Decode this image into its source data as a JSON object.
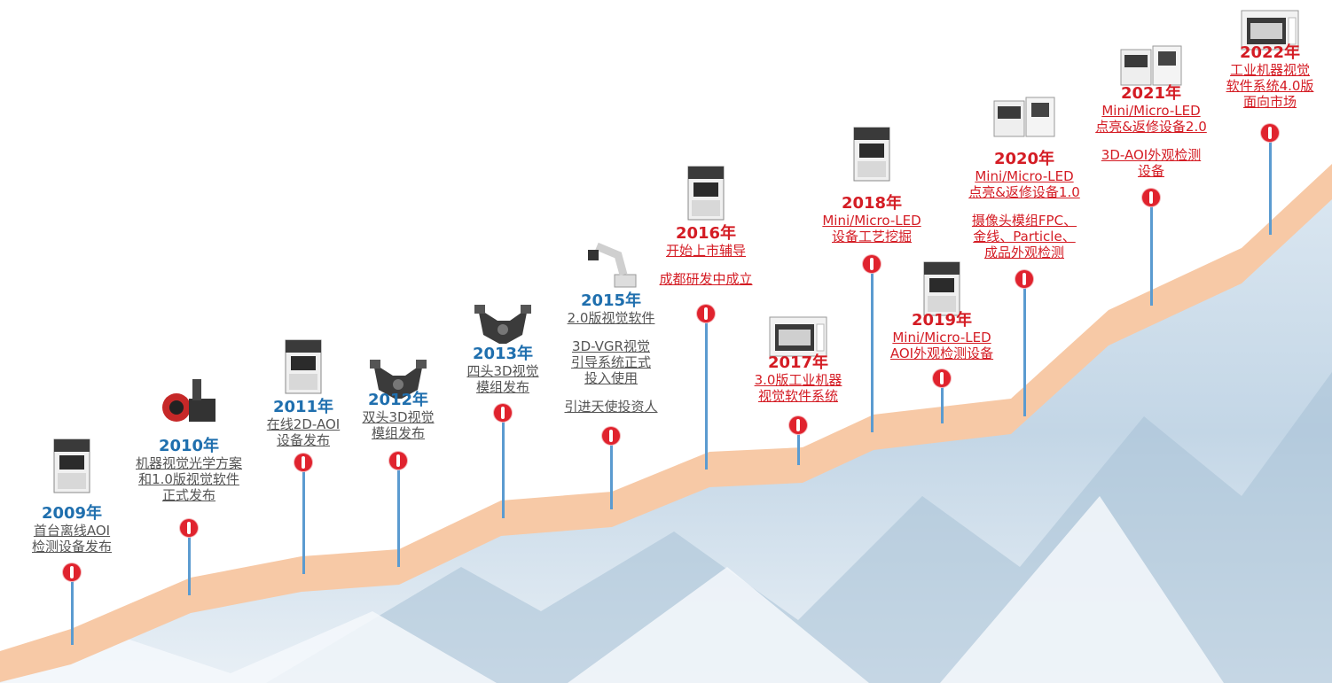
{
  "colors": {
    "band": "#f7c9a6",
    "stem": "#5b9bd0",
    "pin": "#e0232e",
    "year_early": "#1f6fae",
    "year_late": "#d41c24",
    "text_early": "#555555",
    "text_late": "#d41c24"
  },
  "milestones": [
    {
      "year": "2009年",
      "lines": [
        "首台离线AOI",
        "检测设备发布"
      ],
      "lines2": [],
      "icon": "offline-aoi-machine-icon"
    },
    {
      "year": "2010年",
      "lines": [
        "机器视觉光学方案",
        "和1.0版视觉软件",
        "正式发布"
      ],
      "lines2": [],
      "icon": "optical-lens-icon"
    },
    {
      "year": "2011年",
      "lines": [
        "在线2D-AOI",
        "设备发布"
      ],
      "lines2": [],
      "icon": "inline-aoi-machine-icon"
    },
    {
      "year": "2012年",
      "lines": [
        "双头3D视觉",
        "模组发布"
      ],
      "lines2": [],
      "icon": "dual-head-module-icon"
    },
    {
      "year": "2013年",
      "lines": [
        "四头3D视觉",
        "模组发布"
      ],
      "lines2": [],
      "icon": "quad-head-module-icon"
    },
    {
      "year": "2015年",
      "lines": [
        "2.0版视觉软件"
      ],
      "lines2": [
        "3D-VGR视觉",
        "引导系统正式",
        "投入使用"
      ],
      "lines3": [
        "引进天使投资人"
      ],
      "icon": "robot-arm-icon"
    },
    {
      "year": "2016年",
      "lines": [
        "开始上市辅导"
      ],
      "lines2": [
        "成都研发中成立"
      ],
      "icon": "inspection-cabinet-icon"
    },
    {
      "year": "2017年",
      "lines": [
        "3.0版工业机器",
        "视觉软件系统"
      ],
      "lines2": [],
      "icon": "software-window-icon"
    },
    {
      "year": "2018年",
      "lines": [
        "Mini/Micro-LED",
        "设备工艺挖掘"
      ],
      "lines2": [],
      "icon": "led-process-machine-icon"
    },
    {
      "year": "2019年",
      "lines": [
        "Mini/Micro-LED",
        "AOI外观检测设备"
      ],
      "lines2": [],
      "icon": "led-aoi-machine-icon"
    },
    {
      "year": "2020年",
      "lines": [
        "Mini/Micro-LED",
        "点亮&返修设备1.0"
      ],
      "lines2": [
        "摄像头模组FPC、",
        "金线、Particle、",
        "成品外观检测"
      ],
      "icon": "repair-equipment-icon"
    },
    {
      "year": "2021年",
      "lines": [
        "Mini/Micro-LED",
        "点亮&返修设备2.0"
      ],
      "lines2": [
        "3D-AOI外观检测",
        "设备"
      ],
      "icon": "repair-equipment-v2-icon"
    },
    {
      "year": "2022年",
      "lines": [
        "工业机器视觉",
        "软件系统4.0版",
        "面向市场"
      ],
      "lines2": [],
      "icon": "software-v4-window-icon"
    }
  ]
}
